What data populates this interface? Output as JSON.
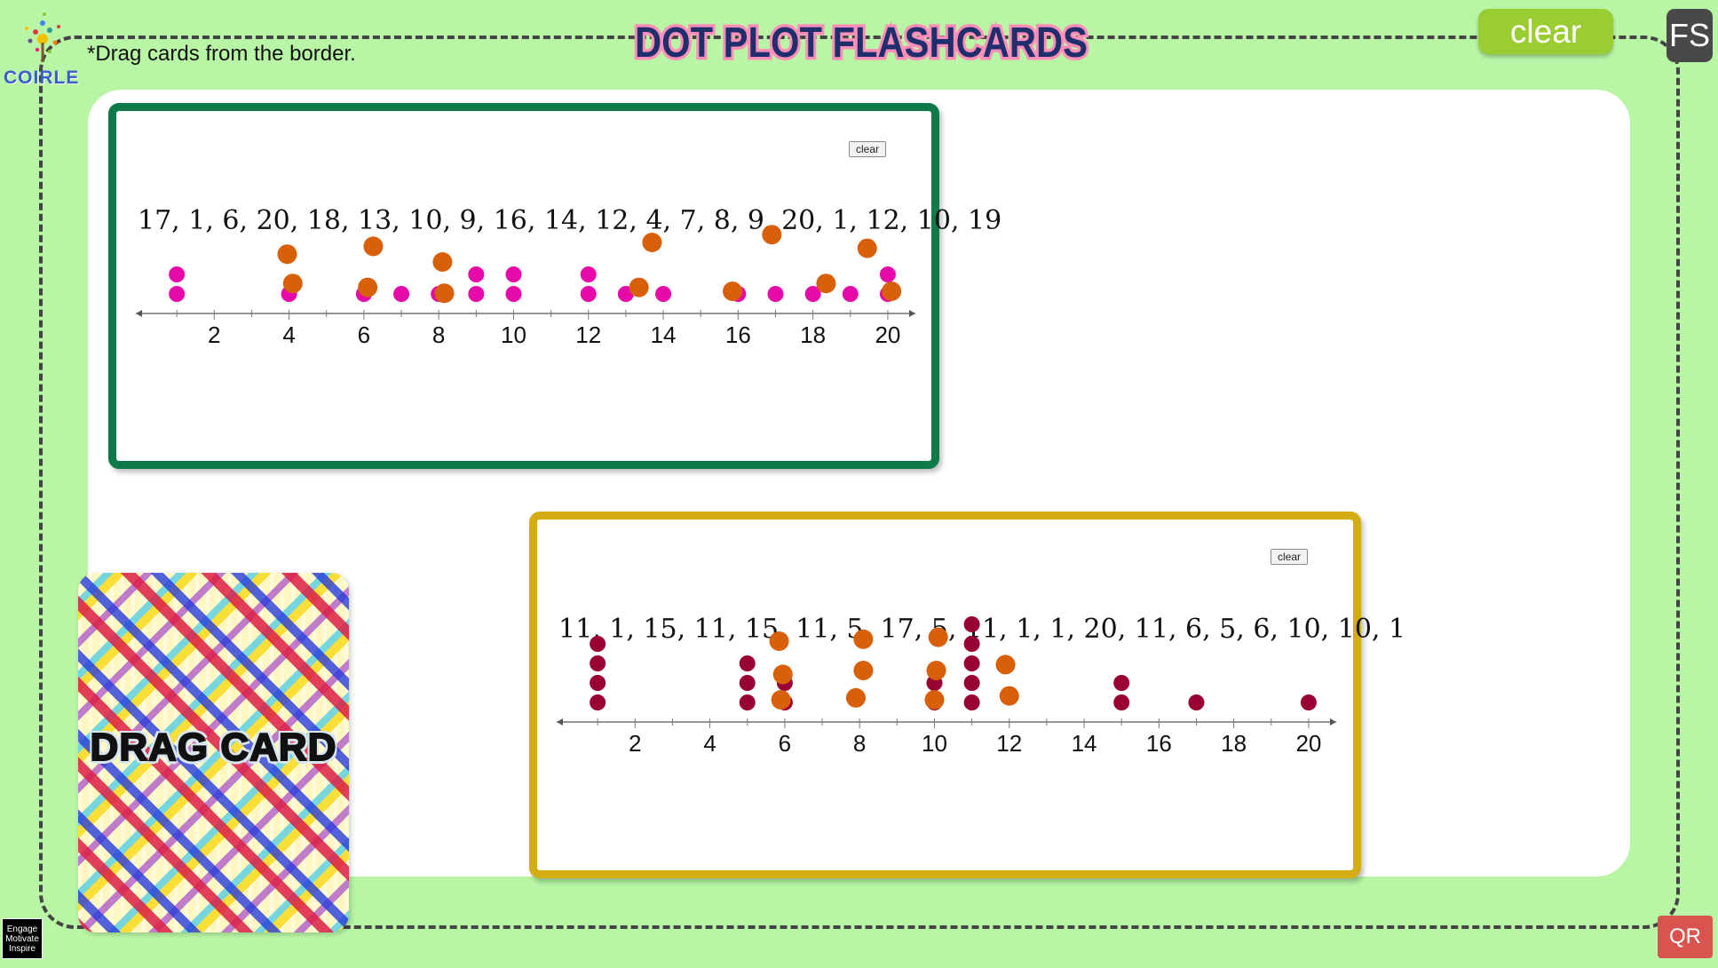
{
  "app": {
    "title": "DOT PLOT FLASHCARDS",
    "logo_text": "COIRLE",
    "hint": "*Drag cards from the border.",
    "clear_label": "clear",
    "fs_label": "FS",
    "qr_label": "QR",
    "badge_lines": [
      "Engage",
      "Motivate",
      "Inspire"
    ]
  },
  "drag_card": {
    "label": "DRAG CARD"
  },
  "cards": [
    {
      "border_color": "#0e7a48",
      "clear_label": "clear",
      "dataset_text": "17, 1, 6, 20, 18, 13, 10, 9, 16, 14, 12, 4, 7, 8, 9, 20, 1, 12, 10, 19",
      "dot_color": "#e60aa8",
      "placed_dot_color": "#d9600b",
      "chart_data": {
        "type": "scatter",
        "title": "",
        "xlabel": "",
        "ylabel": "",
        "xlim": [
          0,
          20.5
        ],
        "xticks": [
          2,
          4,
          6,
          8,
          10,
          12,
          14,
          16,
          18,
          20
        ],
        "dot_plot_counts": [
          {
            "x": 1,
            "count": 2
          },
          {
            "x": 4,
            "count": 1
          },
          {
            "x": 6,
            "count": 1
          },
          {
            "x": 7,
            "count": 1
          },
          {
            "x": 8,
            "count": 1
          },
          {
            "x": 9,
            "count": 2
          },
          {
            "x": 10,
            "count": 2
          },
          {
            "x": 12,
            "count": 2
          },
          {
            "x": 13,
            "count": 1
          },
          {
            "x": 14,
            "count": 1
          },
          {
            "x": 16,
            "count": 1
          },
          {
            "x": 17,
            "count": 1
          },
          {
            "x": 18,
            "count": 1
          },
          {
            "x": 19,
            "count": 1
          },
          {
            "x": 20,
            "count": 2
          }
        ],
        "placed_points": [
          {
            "x": 3.95,
            "level": 2.4
          },
          {
            "x": 4.1,
            "level": 0.9
          },
          {
            "x": 6.25,
            "level": 2.8
          },
          {
            "x": 6.1,
            "level": 0.7
          },
          {
            "x": 8.1,
            "level": 2.0
          },
          {
            "x": 8.15,
            "level": 0.4
          },
          {
            "x": 13.7,
            "level": 3.0
          },
          {
            "x": 13.35,
            "level": 0.7
          },
          {
            "x": 15.85,
            "level": 0.5
          },
          {
            "x": 16.9,
            "level": 3.4
          },
          {
            "x": 18.35,
            "level": 0.9
          },
          {
            "x": 19.45,
            "level": 2.7
          },
          {
            "x": 20.1,
            "level": 0.5
          }
        ]
      }
    },
    {
      "border_color": "#d4ac14",
      "clear_label": "clear",
      "dataset_text": "11, 1, 15, 11, 15, 11, 5, 17, 5, 11, 1, 1, 20, 11, 6, 5, 6, 10, 10, 1",
      "dot_color": "#990033",
      "placed_dot_color": "#d9600b",
      "chart_data": {
        "type": "scatter",
        "title": "",
        "xlabel": "",
        "ylabel": "",
        "xlim": [
          0,
          20.5
        ],
        "xticks": [
          2,
          4,
          6,
          8,
          10,
          12,
          14,
          16,
          18,
          20
        ],
        "dot_plot_counts": [
          {
            "x": 1,
            "count": 4
          },
          {
            "x": 5,
            "count": 3
          },
          {
            "x": 6,
            "count": 2
          },
          {
            "x": 10,
            "count": 2
          },
          {
            "x": 11,
            "count": 5
          },
          {
            "x": 15,
            "count": 2
          },
          {
            "x": 17,
            "count": 1
          },
          {
            "x": 20,
            "count": 1
          }
        ],
        "placed_points": [
          {
            "x": 5.85,
            "level": 3.5
          },
          {
            "x": 5.95,
            "level": 1.8
          },
          {
            "x": 5.9,
            "level": 0.5
          },
          {
            "x": 8.1,
            "level": 3.6
          },
          {
            "x": 8.1,
            "level": 2.0
          },
          {
            "x": 7.9,
            "level": 0.6
          },
          {
            "x": 10.1,
            "level": 3.7
          },
          {
            "x": 10.05,
            "level": 2.0
          },
          {
            "x": 10.0,
            "level": 0.5
          },
          {
            "x": 11.9,
            "level": 2.3
          },
          {
            "x": 12.0,
            "level": 0.7
          }
        ]
      }
    }
  ]
}
